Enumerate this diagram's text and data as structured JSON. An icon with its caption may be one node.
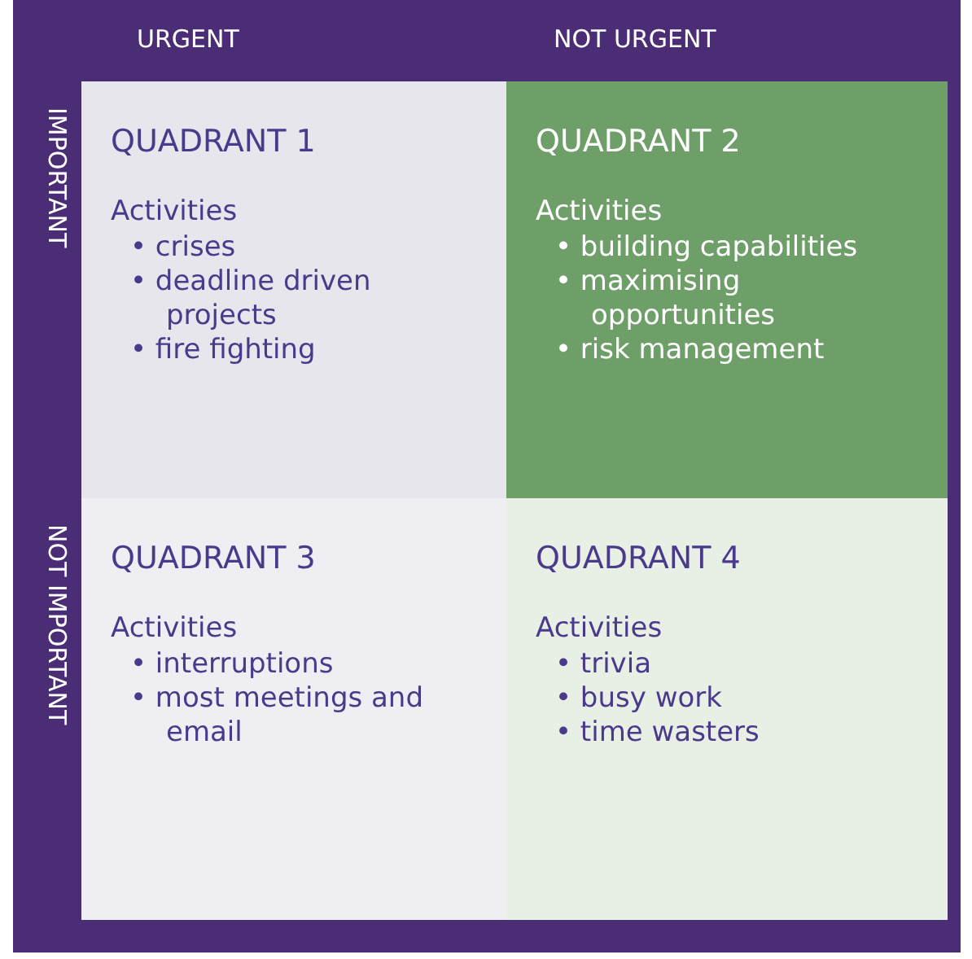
{
  "diagram": {
    "nodes": [
      {
        "text": [
          "QUADRANT 1",
          "Activities",
          "• crises",
          "• deadline driven projects",
          "• fire fighting"
        ]
      },
      {
        "text": [
          "QUADRANT 2",
          "Activities",
          "• building capabilities",
          "• maximising opportunities",
          "• risk management"
        ]
      },
      {
        "text": [
          "QUADRANT 3",
          "Activities",
          "• interruptions",
          "• most meetings and email"
        ]
      },
      {
        "text": [
          "QUADRANT 4",
          "Activities",
          "• trivia",
          "• busy work",
          "• time wasters"
        ]
      }
    ],
    "edges": [],
    "labels": [
      "URGENT",
      "NOT URGENT",
      "IMPORTANT",
      "NOT IMPORTANT"
    ]
  }
}
